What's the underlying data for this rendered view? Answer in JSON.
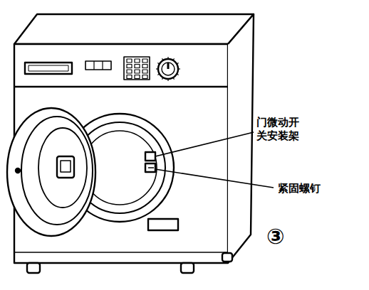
{
  "diagram": {
    "labels": [
      "门微动开关安装架",
      "紧固螺钉",
      "③"
    ]
  }
}
